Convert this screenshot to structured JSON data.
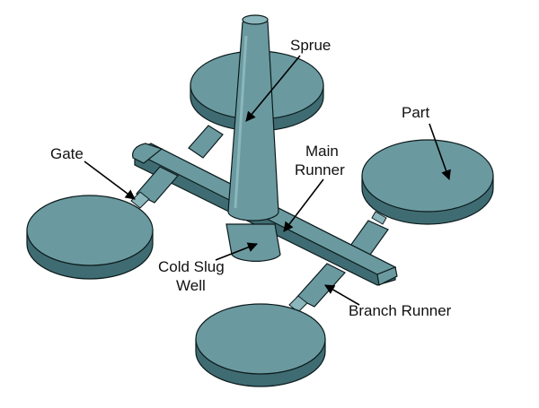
{
  "labels": {
    "sprue": "Sprue",
    "part": "Part",
    "gate": "Gate",
    "main_runner_line1": "Main",
    "main_runner_line2": "Runner",
    "cold_slug_line1": "Cold Slug",
    "cold_slug_line2": "Well",
    "branch_runner": "Branch Runner"
  },
  "colors": {
    "fill": "#6a9aa0",
    "fill_light": "#8bb6bb",
    "side": "#3f6c72",
    "outline": "#0c1a1c",
    "arrow": "#000000"
  }
}
